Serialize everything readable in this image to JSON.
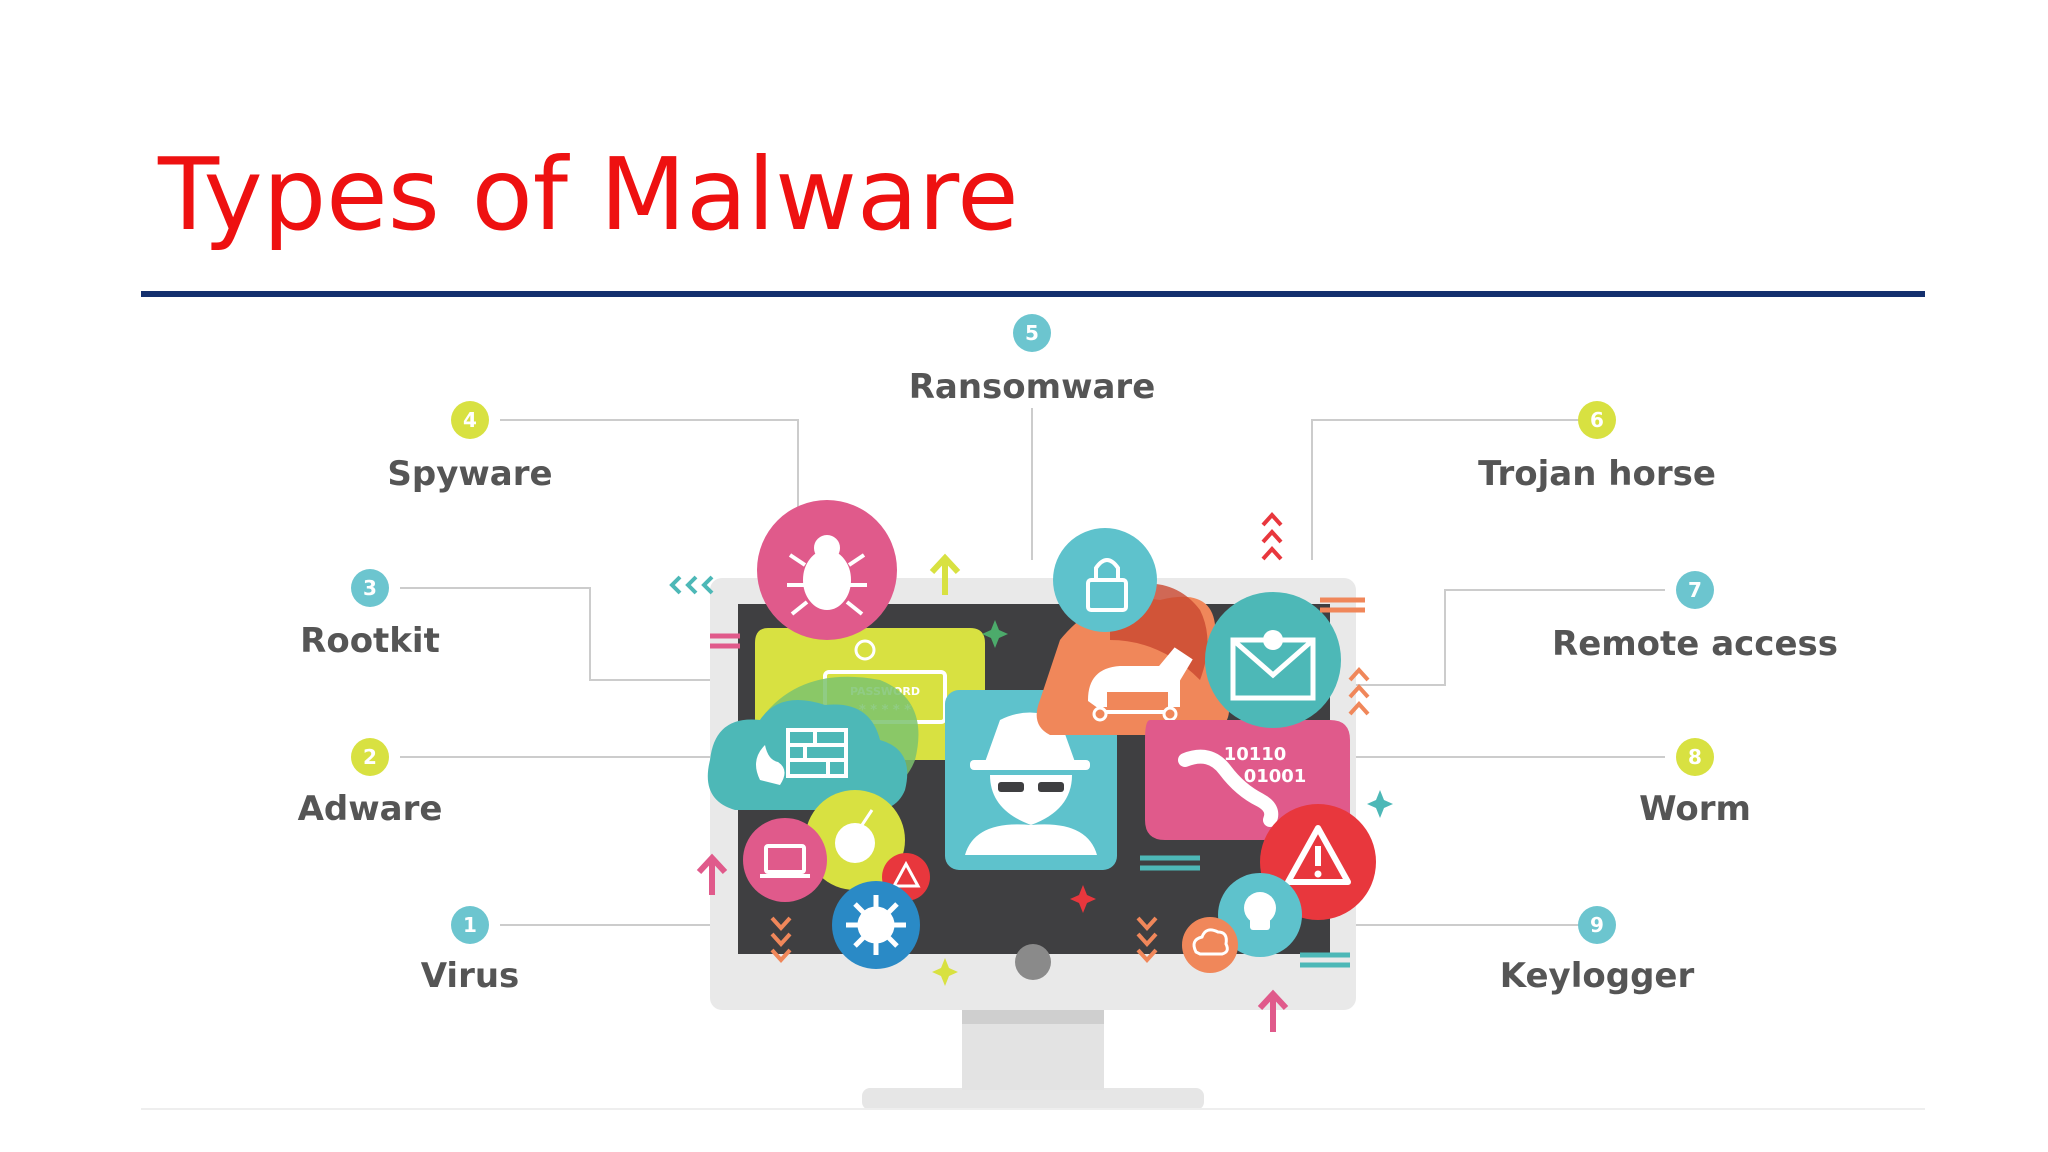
{
  "slide": {
    "title": "Types of Malware"
  },
  "diagram": {
    "items": [
      {
        "number": "1",
        "label": "Virus",
        "color": "#6cc5cf"
      },
      {
        "number": "2",
        "label": "Adware",
        "color": "#d8e141"
      },
      {
        "number": "3",
        "label": "Rootkit",
        "color": "#6cc5cf"
      },
      {
        "number": "4",
        "label": "Spyware",
        "color": "#d8e141"
      },
      {
        "number": "5",
        "label": "Ransomware",
        "color": "#6cc5cf"
      },
      {
        "number": "6",
        "label": "Trojan horse",
        "color": "#d8e141"
      },
      {
        "number": "7",
        "label": "Remote access",
        "color": "#6cc5cf"
      },
      {
        "number": "8",
        "label": "Worm",
        "color": "#d8e141"
      },
      {
        "number": "9",
        "label": "Keylogger",
        "color": "#6cc5cf"
      }
    ],
    "screen_texts": {
      "password": "PASSWORD",
      "password_dots": "* * * * *",
      "binary_line1": "10110",
      "binary_line2": "01001"
    },
    "colors": {
      "title": "#ee1111",
      "rule": "#14306e",
      "pink": "#e05a8b",
      "teal": "#6cc5cf",
      "yellow": "#d8e141",
      "orange": "#f0875a",
      "red": "#e8373d",
      "blue": "#2a8ac6"
    }
  }
}
